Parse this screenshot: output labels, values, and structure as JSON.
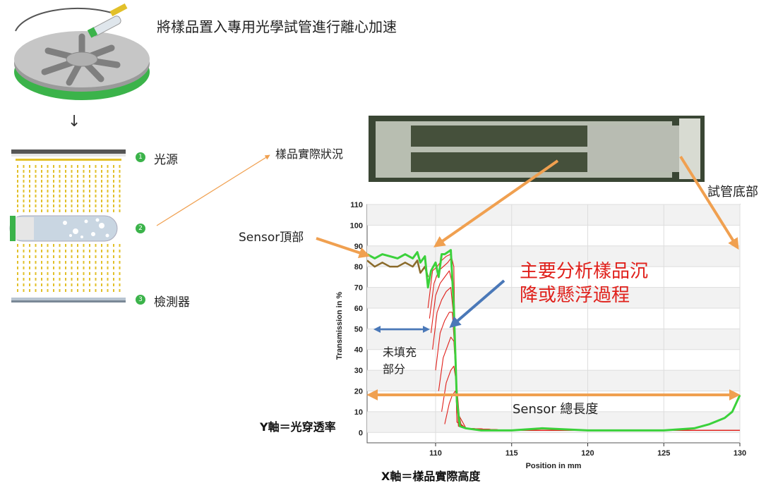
{
  "header": {
    "title": "將樣品置入專用光學試管進行離心加速"
  },
  "steps": [
    {
      "num": "1",
      "label": "光源"
    },
    {
      "num": "2",
      "label": ""
    },
    {
      "num": "3",
      "label": "檢測器"
    }
  ],
  "annotations": {
    "sample_state": "樣品實際狀況",
    "tube_bottom": "試管底部",
    "sensor_top": "Sensor頂部",
    "main_analysis_line1": "主要分析樣品沉",
    "main_analysis_line2": "降或懸浮過程",
    "unfilled_line1": "未填充",
    "unfilled_line2": "部分",
    "sensor_length": "Sensor 總長度",
    "y_axis_note": "Y軸＝光穿透率",
    "x_axis_note": "X軸＝樣品實際高度"
  },
  "colors": {
    "green": "#3bd13b",
    "red": "#e0201b",
    "brown": "#8a6a2a",
    "orange": "#f0a050",
    "blue": "#4a78b8"
  },
  "chart_data": {
    "type": "line",
    "xlabel": "Position in mm",
    "ylabel": "Transmission in %",
    "xlim": [
      105.5,
      130
    ],
    "ylim": [
      -5,
      110
    ],
    "x_ticks": [
      "110",
      "115",
      "120",
      "125",
      "130"
    ],
    "y_ticks": [
      "0",
      "10",
      "20",
      "30",
      "40",
      "50",
      "60",
      "70",
      "80",
      "90",
      "100",
      "110"
    ],
    "grid": true,
    "series": [
      {
        "color": "green",
        "x": [
          105.5,
          106,
          106.5,
          107,
          107.5,
          108,
          108.5,
          108.8,
          109,
          109.3,
          109.5,
          109.7,
          110,
          110.2,
          110.4,
          110.6,
          110.8,
          111,
          111.2,
          111.4,
          111.6,
          112,
          113,
          115,
          117,
          120,
          123,
          125,
          127,
          128,
          129,
          129.5,
          130
        ],
        "y": [
          86,
          84,
          86,
          85,
          84,
          86,
          84,
          87,
          82,
          85,
          70,
          78,
          82,
          75,
          86,
          86,
          87,
          88,
          60,
          15,
          3,
          2,
          1,
          1,
          2,
          1,
          1,
          1,
          2,
          4,
          7,
          10,
          18
        ]
      },
      {
        "color": "brown",
        "x": [
          105.5,
          106,
          106.5,
          107,
          107.5,
          108,
          108.5,
          108.8,
          109,
          109.3,
          109.5
        ],
        "y": [
          83,
          80,
          82,
          80,
          80,
          82,
          80,
          83,
          77,
          80,
          75
        ]
      },
      {
        "color": "red",
        "x": [
          109.5,
          109.8,
          110.1,
          110.4,
          110.7,
          111,
          111.2,
          111.3,
          111.5,
          112,
          113,
          115,
          120,
          125,
          130
        ],
        "y": [
          60,
          78,
          80,
          83,
          85,
          86,
          80,
          30,
          3,
          2,
          1,
          1,
          1,
          1,
          1
        ]
      },
      {
        "color": "red",
        "x": [
          109.6,
          109.9,
          110.2,
          110.5,
          110.8,
          111,
          111.2,
          111.4,
          112,
          115,
          120,
          130
        ],
        "y": [
          55,
          72,
          78,
          80,
          82,
          84,
          60,
          5,
          2,
          1,
          1,
          1
        ]
      },
      {
        "color": "red",
        "x": [
          109.7,
          110,
          110.3,
          110.6,
          110.9,
          111.1,
          111.3,
          111.5,
          112,
          115,
          120,
          130
        ],
        "y": [
          48,
          66,
          72,
          75,
          78,
          72,
          40,
          4,
          2,
          1,
          1,
          1
        ]
      },
      {
        "color": "red",
        "x": [
          109.8,
          110.1,
          110.4,
          110.7,
          111,
          111.2,
          111.4,
          112,
          115,
          120,
          130
        ],
        "y": [
          40,
          58,
          64,
          68,
          70,
          55,
          10,
          2,
          1,
          1,
          1
        ]
      },
      {
        "color": "red",
        "x": [
          110,
          110.3,
          110.6,
          110.9,
          111.1,
          111.3,
          111.5,
          112,
          115,
          120,
          130
        ],
        "y": [
          30,
          48,
          54,
          58,
          58,
          35,
          5,
          2,
          1,
          1,
          1
        ]
      },
      {
        "color": "red",
        "x": [
          110.2,
          110.5,
          110.8,
          111,
          111.2,
          111.4,
          111.6,
          112,
          115,
          120,
          130
        ],
        "y": [
          20,
          36,
          42,
          46,
          44,
          20,
          3,
          2,
          1,
          1,
          1
        ]
      },
      {
        "color": "red",
        "x": [
          110.4,
          110.7,
          111,
          111.2,
          111.4,
          111.6,
          112,
          115,
          120,
          130
        ],
        "y": [
          10,
          24,
          30,
          32,
          22,
          4,
          2,
          1,
          1,
          1
        ]
      },
      {
        "color": "red",
        "x": [
          110.6,
          110.9,
          111.1,
          111.3,
          111.5,
          111.7,
          112,
          115,
          120,
          130
        ],
        "y": [
          4,
          14,
          18,
          20,
          10,
          3,
          2,
          1,
          1,
          1
        ]
      }
    ]
  }
}
